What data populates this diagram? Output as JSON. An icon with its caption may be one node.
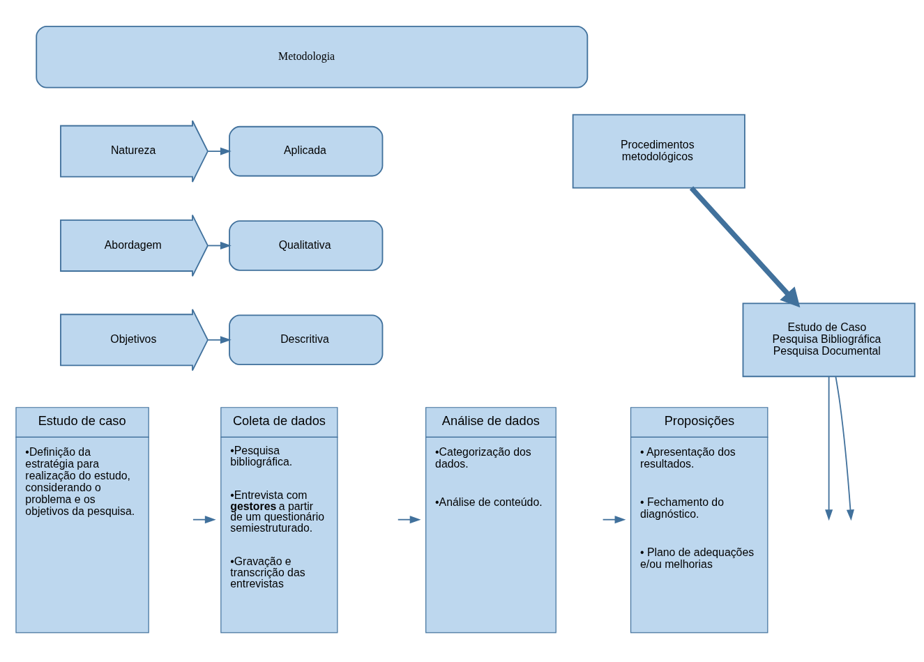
{
  "diagram": {
    "nodes": [
      {
        "text": [
          "Metodologia"
        ]
      },
      {
        "text": [
          "Natureza"
        ]
      },
      {
        "text": [
          "Aplicada"
        ]
      },
      {
        "text": [
          "Abordagem"
        ]
      },
      {
        "text": [
          "Qualitativa"
        ]
      },
      {
        "text": [
          "Objetivos"
        ]
      },
      {
        "text": [
          "Descritiva"
        ]
      },
      {
        "text": [
          "Procedimentos metodológicos"
        ]
      },
      {
        "text": [
          "Estudo de Caso Pesquisa Bibliográfica Pesquisa Documental"
        ]
      },
      {
        "text": [
          "Estudo de caso",
          "•Definição da estratégia para realização do estudo, considerando o problema e os objetivos da pesquisa."
        ]
      },
      {
        "text": [
          "Coleta de dados",
          "•Pesquisa bibliográfica.",
          "•Entrevista com **gestores** a partir de um questionário semiestruturado.",
          "•Gravação e transcrição das entrevistas"
        ]
      },
      {
        "text": [
          "Análise de dados",
          "•Categorização dos dados.",
          "•Análise de conteúdo."
        ]
      },
      {
        "text": [
          "Proposições",
          "• Apresentação dos resultados.",
          "• Fechamento do diagnóstico.",
          "• Plano de adequações e/ou melhorias"
        ]
      }
    ],
    "edges": [
      {
        "from": 1,
        "to": 2,
        "arrow": "to"
      },
      {
        "from": 3,
        "to": 4,
        "arrow": "to"
      },
      {
        "from": 5,
        "to": 6,
        "arrow": "to"
      },
      {
        "from": 7,
        "to": 8,
        "arrow": "to",
        "style": "thick"
      },
      {
        "from": 8,
        "to": null,
        "arrow": "to"
      },
      {
        "from": 8,
        "to": null,
        "arrow": "to"
      },
      {
        "from": 9,
        "to": 10,
        "arrow": "to"
      },
      {
        "from": 10,
        "to": 11,
        "arrow": "to"
      },
      {
        "from": 11,
        "to": 12,
        "arrow": "to"
      }
    ]
  }
}
